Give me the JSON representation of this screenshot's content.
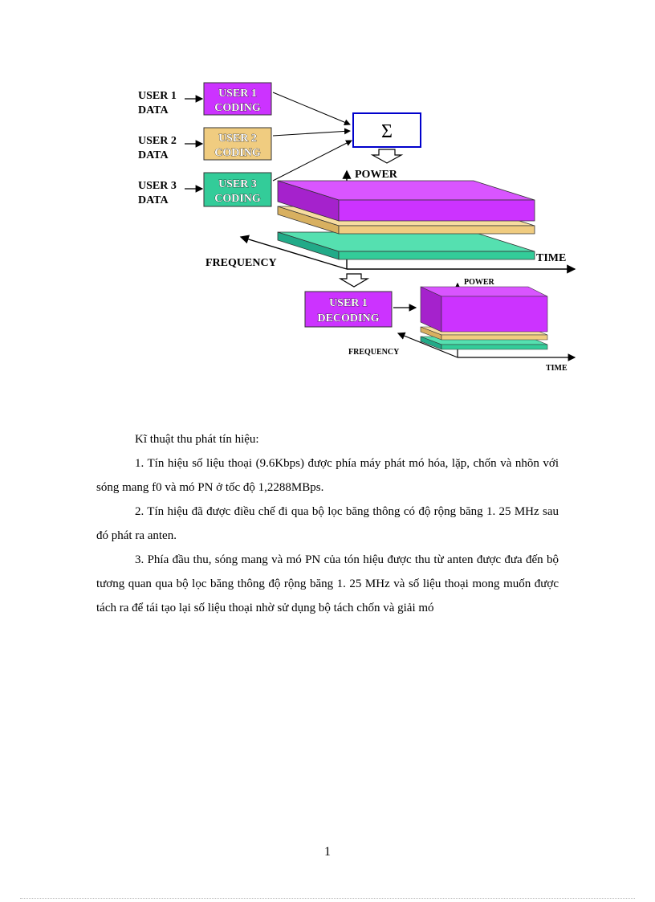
{
  "diagram": {
    "user1_data": [
      "USER 1",
      "DATA"
    ],
    "user2_data": [
      "USER 2",
      "DATA"
    ],
    "user3_data": [
      "USER 3",
      "DATA"
    ],
    "user1_coding": [
      "USER 1",
      "CODING"
    ],
    "user2_coding": [
      "USER 2",
      "CODING"
    ],
    "user3_coding": [
      "USER 3",
      "CODING"
    ],
    "sum_symbol": "Σ",
    "power": "POWER",
    "time": "TIME",
    "frequency": "FREQUENCY",
    "decoding": [
      "USER 1",
      "DECODING"
    ],
    "power_small": "POWER",
    "frequency_small": "FREQUENCY",
    "time_small": "TIME",
    "colors": {
      "purple": "#cc33ff",
      "tan": "#f0cc80",
      "teal": "#33cc99",
      "box_border": "#0000cc"
    }
  },
  "body": {
    "heading": "Kĩ thuật thu phát tín hiệu:",
    "p1": "1. Tín hiệu số liệu thoại (9.6Kbps) được phía máy phát mó hóa, lặp, chốn và nhõn với sóng mang f0 và mó PN ở tốc độ 1,2288MBps.",
    "p2": "2. Tín hiệu đã được điều chế đi qua bộ lọc băng thông có độ rộng băng 1. 25 MHz sau đó phát ra anten.",
    "p3": "3. Phía đầu thu, sóng mang và mó PN của tón hiệu được thu từ anten được đưa đến bộ tương quan qua bộ lọc băng thông độ rộng băng 1. 25 MHz và số liệu thoại mong muốn được tách ra để tái tạo lại số liệu thoại nhờ sử dụng bộ tách chốn và giải mó"
  },
  "page_number": "1"
}
